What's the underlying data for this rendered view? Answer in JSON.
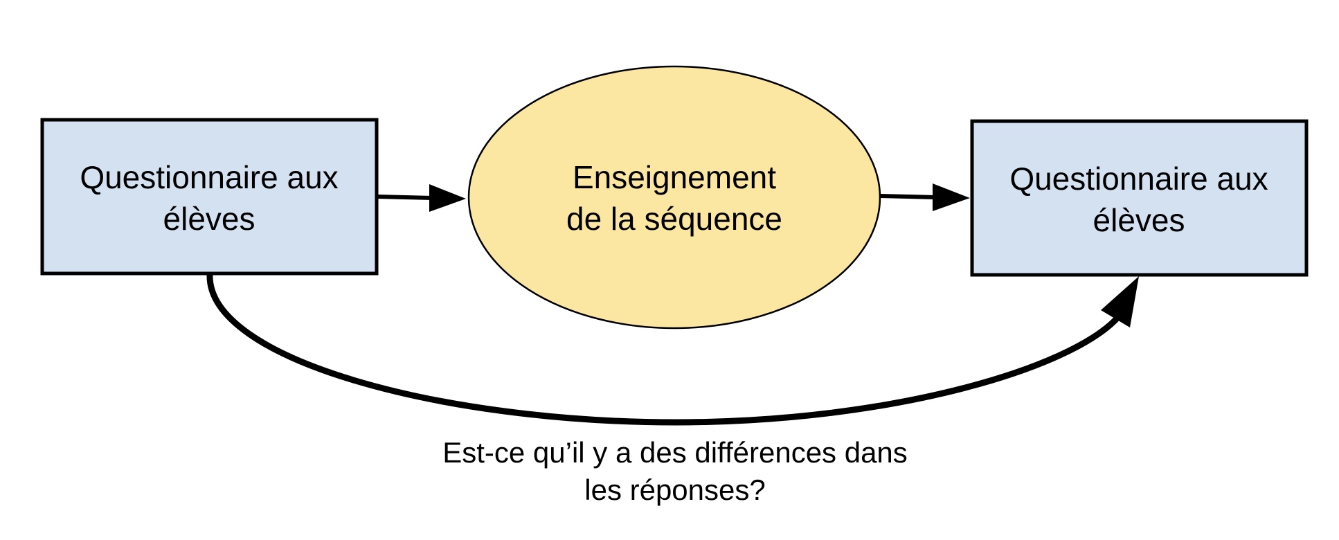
{
  "diagram": {
    "nodes": [
      {
        "id": "pre-questionnaire",
        "shape": "rectangle",
        "lines": [
          "Questionnaire aux",
          "élèves"
        ],
        "fill": "#d4e1f1",
        "stroke": "#000000"
      },
      {
        "id": "teaching",
        "shape": "ellipse",
        "lines": [
          "Enseignement",
          "de la séquence"
        ],
        "fill": "#fbe6a2",
        "stroke": "#000000"
      },
      {
        "id": "post-questionnaire",
        "shape": "rectangle",
        "lines": [
          "Questionnaire aux",
          "élèves"
        ],
        "fill": "#d4e1f1",
        "stroke": "#000000"
      }
    ],
    "edges": [
      {
        "from": "pre-questionnaire",
        "to": "teaching",
        "type": "straight-arrow"
      },
      {
        "from": "teaching",
        "to": "post-questionnaire",
        "type": "straight-arrow"
      },
      {
        "from": "pre-questionnaire",
        "to": "post-questionnaire",
        "type": "curved-arrow"
      }
    ],
    "caption": {
      "lines": [
        "Est-ce qu’il y a des différences dans",
        "les réponses?"
      ]
    }
  }
}
